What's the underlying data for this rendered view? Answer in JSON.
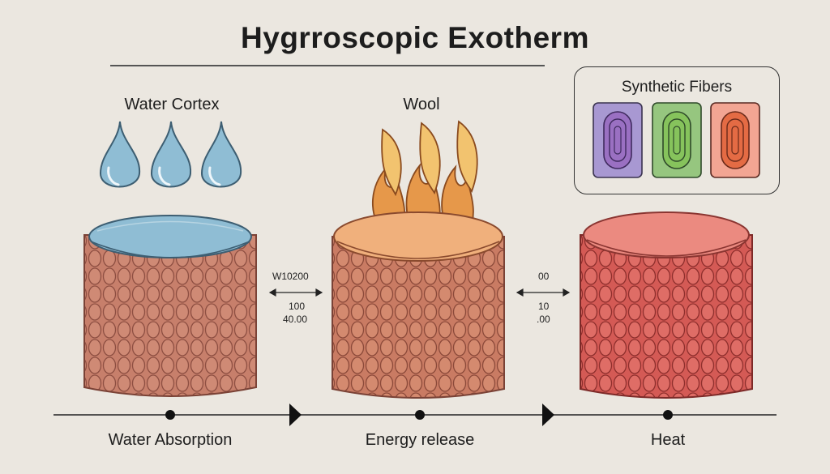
{
  "title": "Hygrroscopic Exotherm",
  "labels": {
    "water_cortex": "Water Cortex",
    "wool": "Wool",
    "synthetic_fibers": "Synthetic Fibers"
  },
  "arrow_texts": {
    "left_top": "W10200",
    "left_mid": "100",
    "left_bot": "40.00",
    "right_top": "00",
    "right_mid": "10",
    "right_bot": ".00"
  },
  "timeline": {
    "steps": [
      "Water Absorption",
      "Energy release",
      "Heat"
    ]
  },
  "colors": {
    "background": "#ebe7e0",
    "water": "#8fbdd4",
    "wool_body": "#c77f6b",
    "wool_top": "#f0b07c",
    "flame": "#e89a4a",
    "heat_body": "#d95f5a",
    "heat_top": "#eb8a80",
    "fiber_purple": "#a17bc4",
    "fiber_green": "#8cc366",
    "fiber_red": "#ec9784"
  },
  "icons": [
    "water-drop-icon",
    "flame-icon",
    "fiber-swatch-icon",
    "triangle-right-icon"
  ]
}
